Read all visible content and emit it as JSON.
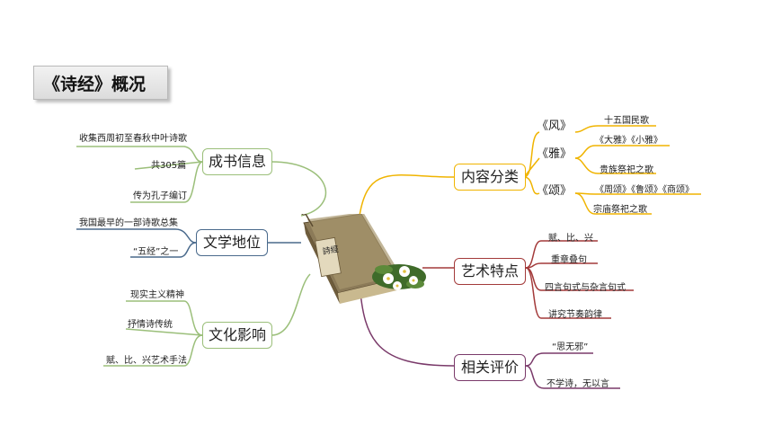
{
  "title": "《诗经》概况",
  "branches": {
    "chengshu": {
      "label": "成书信息",
      "color": "#9bbf7a",
      "items": [
        "收集西周初至春秋中叶诗歌",
        "共305篇",
        "传为孔子编订"
      ]
    },
    "wenxue": {
      "label": "文学地位",
      "color": "#4a6a8c",
      "items": [
        "我国最早的一部诗歌总集",
        "“五经”之一"
      ]
    },
    "wenhua": {
      "label": "文化影响",
      "color": "#9bbf7a",
      "items": [
        "现实主义精神",
        "抒情诗传统",
        "赋、比、兴艺术手法"
      ]
    },
    "neirong": {
      "label": "内容分类",
      "color": "#f0b400",
      "subs": [
        {
          "label": "《风》",
          "items": [
            "十五国民歌"
          ]
        },
        {
          "label": "《雅》",
          "items": [
            "《大雅》《小雅》",
            "贵族祭祀之歌"
          ]
        },
        {
          "label": "《颂》",
          "items": [
            "《周颂》《鲁颂》《商颂》",
            "宗庙祭祀之歌"
          ]
        }
      ]
    },
    "yishu": {
      "label": "艺术特点",
      "color": "#a33a3a",
      "items": [
        "赋、比、兴",
        "重章叠句",
        "四言句式与杂言句式",
        "讲究节奏韵律"
      ]
    },
    "pingjia": {
      "label": "相关评价",
      "color": "#7a3a6a",
      "items": [
        "“思无邪”",
        "不学诗，无以言"
      ]
    }
  },
  "book_label": "詩經"
}
